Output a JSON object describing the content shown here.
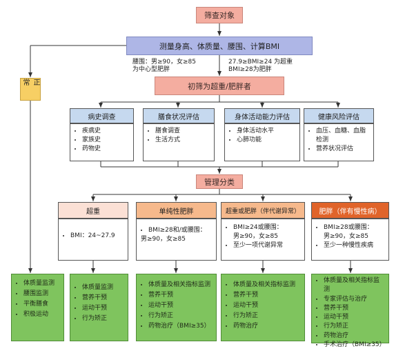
{
  "top": "筛查对象",
  "measure": "测量身高、体质量、腰围、计算BMI",
  "left_note_1": "腰围：男≥90，女≥85",
  "left_note_2": "为中心型肥胖",
  "right_note_1": "27.9≥BMI≥24 为超重",
  "right_note_2": "BMI≥28为肥胖",
  "initial": "初筛为超重/肥胖者",
  "normal": "正常",
  "assessments": [
    {
      "title": "病史调查",
      "items": [
        "疾病史",
        "家族史",
        "药物史"
      ]
    },
    {
      "title": "膳食状况评估",
      "items": [
        "膳食调查",
        "生活方式"
      ]
    },
    {
      "title": "身体活动能力评估",
      "items": [
        "身体活动水平",
        "心肺功能"
      ]
    },
    {
      "title": "健康风险评估",
      "items": [
        "血压、血糖、血脂检测",
        "营养状况评估"
      ]
    }
  ],
  "management": "管理分类",
  "categories": [
    {
      "title": "超重",
      "items": [
        "BMI：24~27.9"
      ]
    },
    {
      "title": "单纯性肥胖",
      "items": [
        "BMI≥28和/或腰围：",
        "男≥90，女≥85"
      ]
    },
    {
      "title": "超重或肥胖（伴代谢异常）",
      "items": [
        "BMI≥24或腰围：",
        "男≥90，女≥85",
        "至少一项代谢异常"
      ]
    },
    {
      "title": "肥胖（伴有慢性病）",
      "items": [
        "BMI≥28或腰围：",
        "男≥90，女≥85",
        "至少一种慢性疾病"
      ]
    }
  ],
  "interventions": [
    [
      "体质量监测",
      "腰围监测",
      "平衡膳食",
      "积极运动"
    ],
    [
      "体质量监测",
      "营养干预",
      "运动干预",
      "行为矫正"
    ],
    [
      "体质量及相关指标监测",
      "营养干预",
      "运动干预",
      "行为矫正",
      "药物治疗（BMI≥35）"
    ],
    [
      "体质量及相关指标监测",
      "营养干预",
      "运动干预",
      "行为矫正",
      "药物治疗"
    ],
    [
      "体质量及相关指标监测",
      "专家评估与治疗",
      "营养干预",
      "运动干预",
      "行为矫正",
      "药物治疗",
      "手术治疗（BMI≥35）"
    ]
  ],
  "colors": {
    "salmon": "#f4ada0",
    "periwinkle": "#aeb6e6",
    "yellow": "#f7cf64",
    "light_blue": "#c6d9ef",
    "peach": "#fbe0d5",
    "orange": "#f6b98c",
    "dark_orange": "#e0642a",
    "green": "#7fc45e"
  }
}
